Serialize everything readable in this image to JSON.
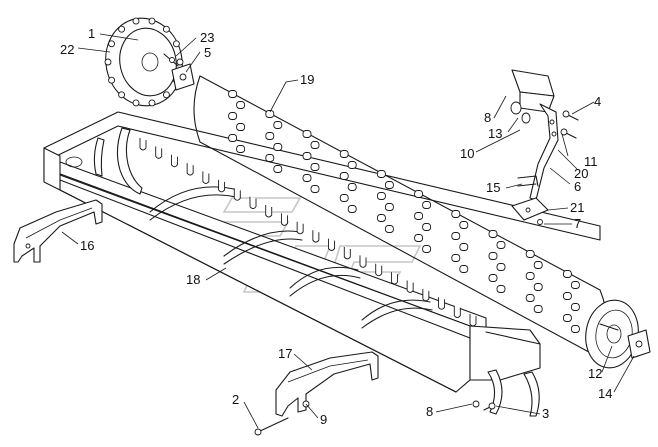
{
  "callouts": [
    {
      "id": "c1",
      "text": "1"
    },
    {
      "id": "c22",
      "text": "22"
    },
    {
      "id": "c23",
      "text": "23"
    },
    {
      "id": "c5",
      "text": "5"
    },
    {
      "id": "c19",
      "text": "19"
    },
    {
      "id": "c8a",
      "text": "8"
    },
    {
      "id": "c4",
      "text": "4"
    },
    {
      "id": "c13",
      "text": "13"
    },
    {
      "id": "c10",
      "text": "10"
    },
    {
      "id": "c11",
      "text": "11"
    },
    {
      "id": "c20",
      "text": "20"
    },
    {
      "id": "c6",
      "text": "6"
    },
    {
      "id": "c15",
      "text": "15"
    },
    {
      "id": "c21",
      "text": "21"
    },
    {
      "id": "c7",
      "text": "7"
    },
    {
      "id": "c16",
      "text": "16"
    },
    {
      "id": "c18",
      "text": "18"
    },
    {
      "id": "c17",
      "text": "17"
    },
    {
      "id": "c12",
      "text": "12"
    },
    {
      "id": "c14",
      "text": "14"
    },
    {
      "id": "c2",
      "text": "2"
    },
    {
      "id": "c9",
      "text": "9"
    },
    {
      "id": "c8b",
      "text": "8"
    },
    {
      "id": "c3",
      "text": "3"
    }
  ]
}
